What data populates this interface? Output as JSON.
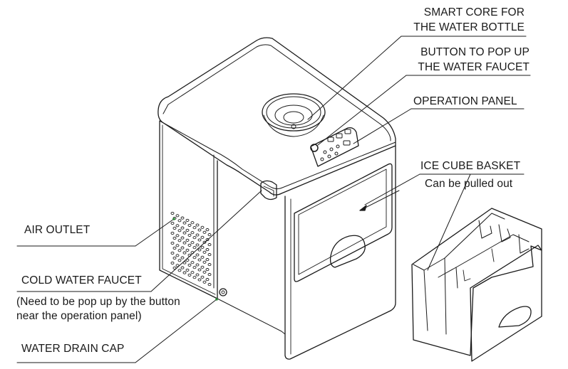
{
  "labels": {
    "smart_core_1": "SMART CORE FOR",
    "smart_core_2": "THE WATER BOTTLE",
    "button_popup_1": "BUTTON TO POP UP",
    "button_popup_2": "THE WATER FAUCET",
    "operation_panel": "OPERATION PANEL",
    "ice_basket": "ICE CUBE BASKET",
    "ice_basket_note": "Can be pulled out",
    "air_outlet": "AIR OUTLET",
    "cold_faucet": "COLD WATER FAUCET",
    "cold_faucet_note_1": "(Need to be pop up by the button",
    "cold_faucet_note_2": "near the operation panel)",
    "drain_cap": "WATER DRAIN CAP"
  },
  "colors": {
    "line": "#1a1a1a",
    "leader_dot": "#2e8b3a"
  }
}
